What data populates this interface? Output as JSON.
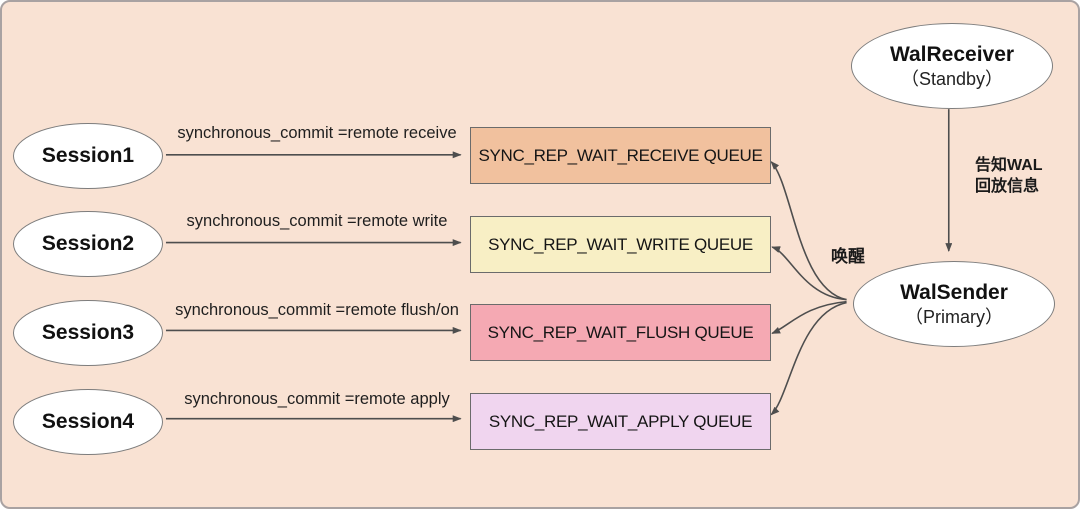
{
  "colors": {
    "background": "#f9e2d3",
    "canvas_border": "#a9a2a2",
    "node_fill": "#ffffff",
    "node_stroke": "#7d7d7d",
    "arrow": "#4e4e4e",
    "queue_receive_fill": "#f1c19e",
    "queue_write_fill": "#f8efc5",
    "queue_flush_fill": "#f5a9b3",
    "queue_apply_fill": "#f0d5ef"
  },
  "sessions": [
    {
      "label": "Session1",
      "arrow_label": "synchronous_commit =remote receive"
    },
    {
      "label": "Session2",
      "arrow_label": "synchronous_commit =remote write"
    },
    {
      "label": "Session3",
      "arrow_label": "synchronous_commit =remote flush/on"
    },
    {
      "label": "Session4",
      "arrow_label": "synchronous_commit =remote apply"
    }
  ],
  "queues": [
    {
      "label": "SYNC_REP_WAIT_RECEIVE QUEUE",
      "fill": "#f1c19e"
    },
    {
      "label": "SYNC_REP_WAIT_WRITE QUEUE",
      "fill": "#f8efc5"
    },
    {
      "label": "SYNC_REP_WAIT_FLUSH QUEUE",
      "fill": "#f5a9b3"
    },
    {
      "label": "SYNC_REP_WAIT_APPLY QUEUE",
      "fill": "#f0d5ef"
    }
  ],
  "wal_receiver": {
    "title": "WalReceiver",
    "subtitle": "（Standby）"
  },
  "wal_sender": {
    "title": "WalSender",
    "subtitle": "（Primary）"
  },
  "annotations": {
    "notify_line1": "告知WAL",
    "notify_line2": "回放信息",
    "wake": "唤醒"
  }
}
